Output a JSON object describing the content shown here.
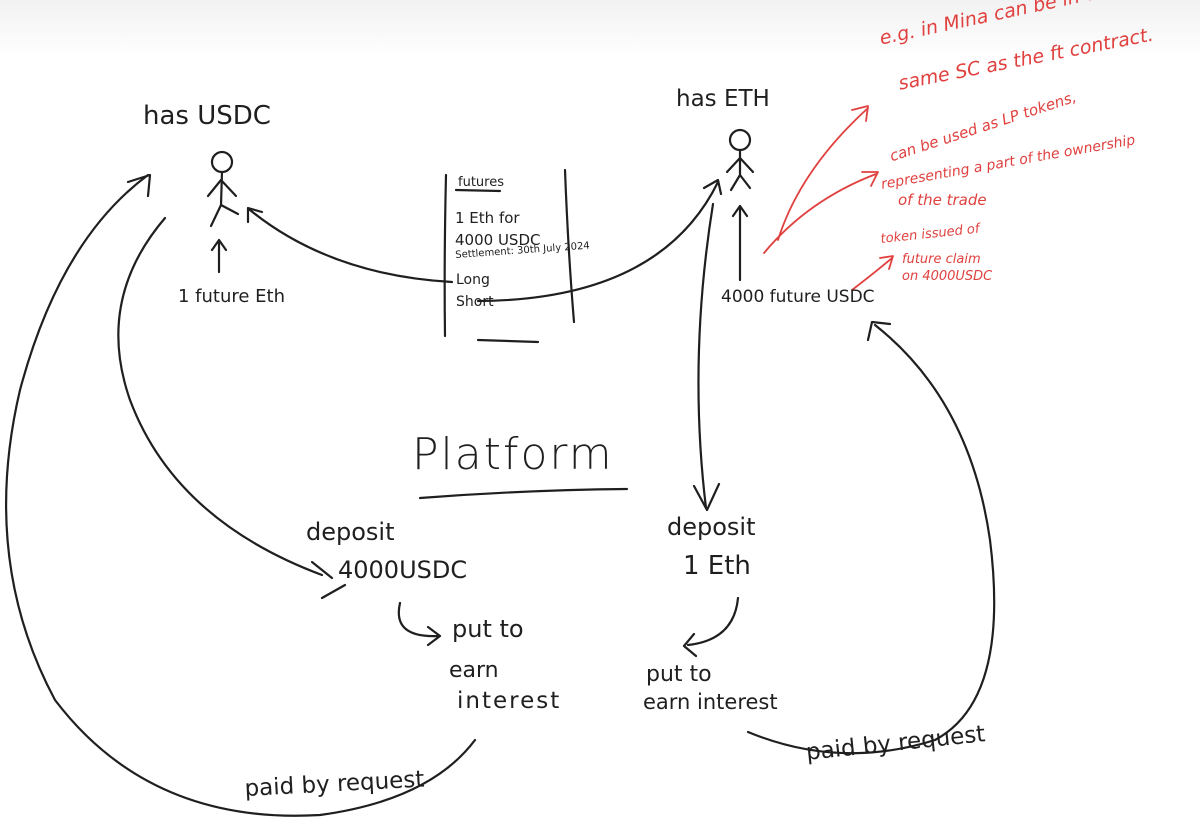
{
  "left_party": {
    "title": "has USDC",
    "token_label": "1 future Eth"
  },
  "right_party": {
    "title": "has ETH",
    "token_label": "4000 future USDC"
  },
  "futures_card": {
    "header": "futures",
    "lines": [
      "1 Eth for",
      "4000 USDC",
      "Settlement: 30th July 2024"
    ],
    "long_label": "Long",
    "short_label": "Short"
  },
  "platform": {
    "title": "Platform",
    "left_deposit": [
      "deposit",
      "4000USDC"
    ],
    "left_action": [
      "put to",
      "earn",
      "interest"
    ],
    "left_payout": "paid by request",
    "right_deposit": [
      "deposit",
      "1 Eth"
    ],
    "right_action": [
      "put to",
      "earn interest"
    ],
    "right_payout": "paid by request"
  },
  "annotations": {
    "mina_note": [
      "e.g. in Mina can be in the",
      "same SC as the ft contract."
    ],
    "lp_note": [
      "can be used as LP tokens,",
      "representing a part of the ownership",
      "of the trade"
    ],
    "claim_note": [
      "token issued of",
      "future claim",
      "on 4000USDC"
    ]
  },
  "colors": {
    "ink": "#1f1f1f",
    "annotation_red": "#e0413f",
    "paper": "#ffffff"
  }
}
